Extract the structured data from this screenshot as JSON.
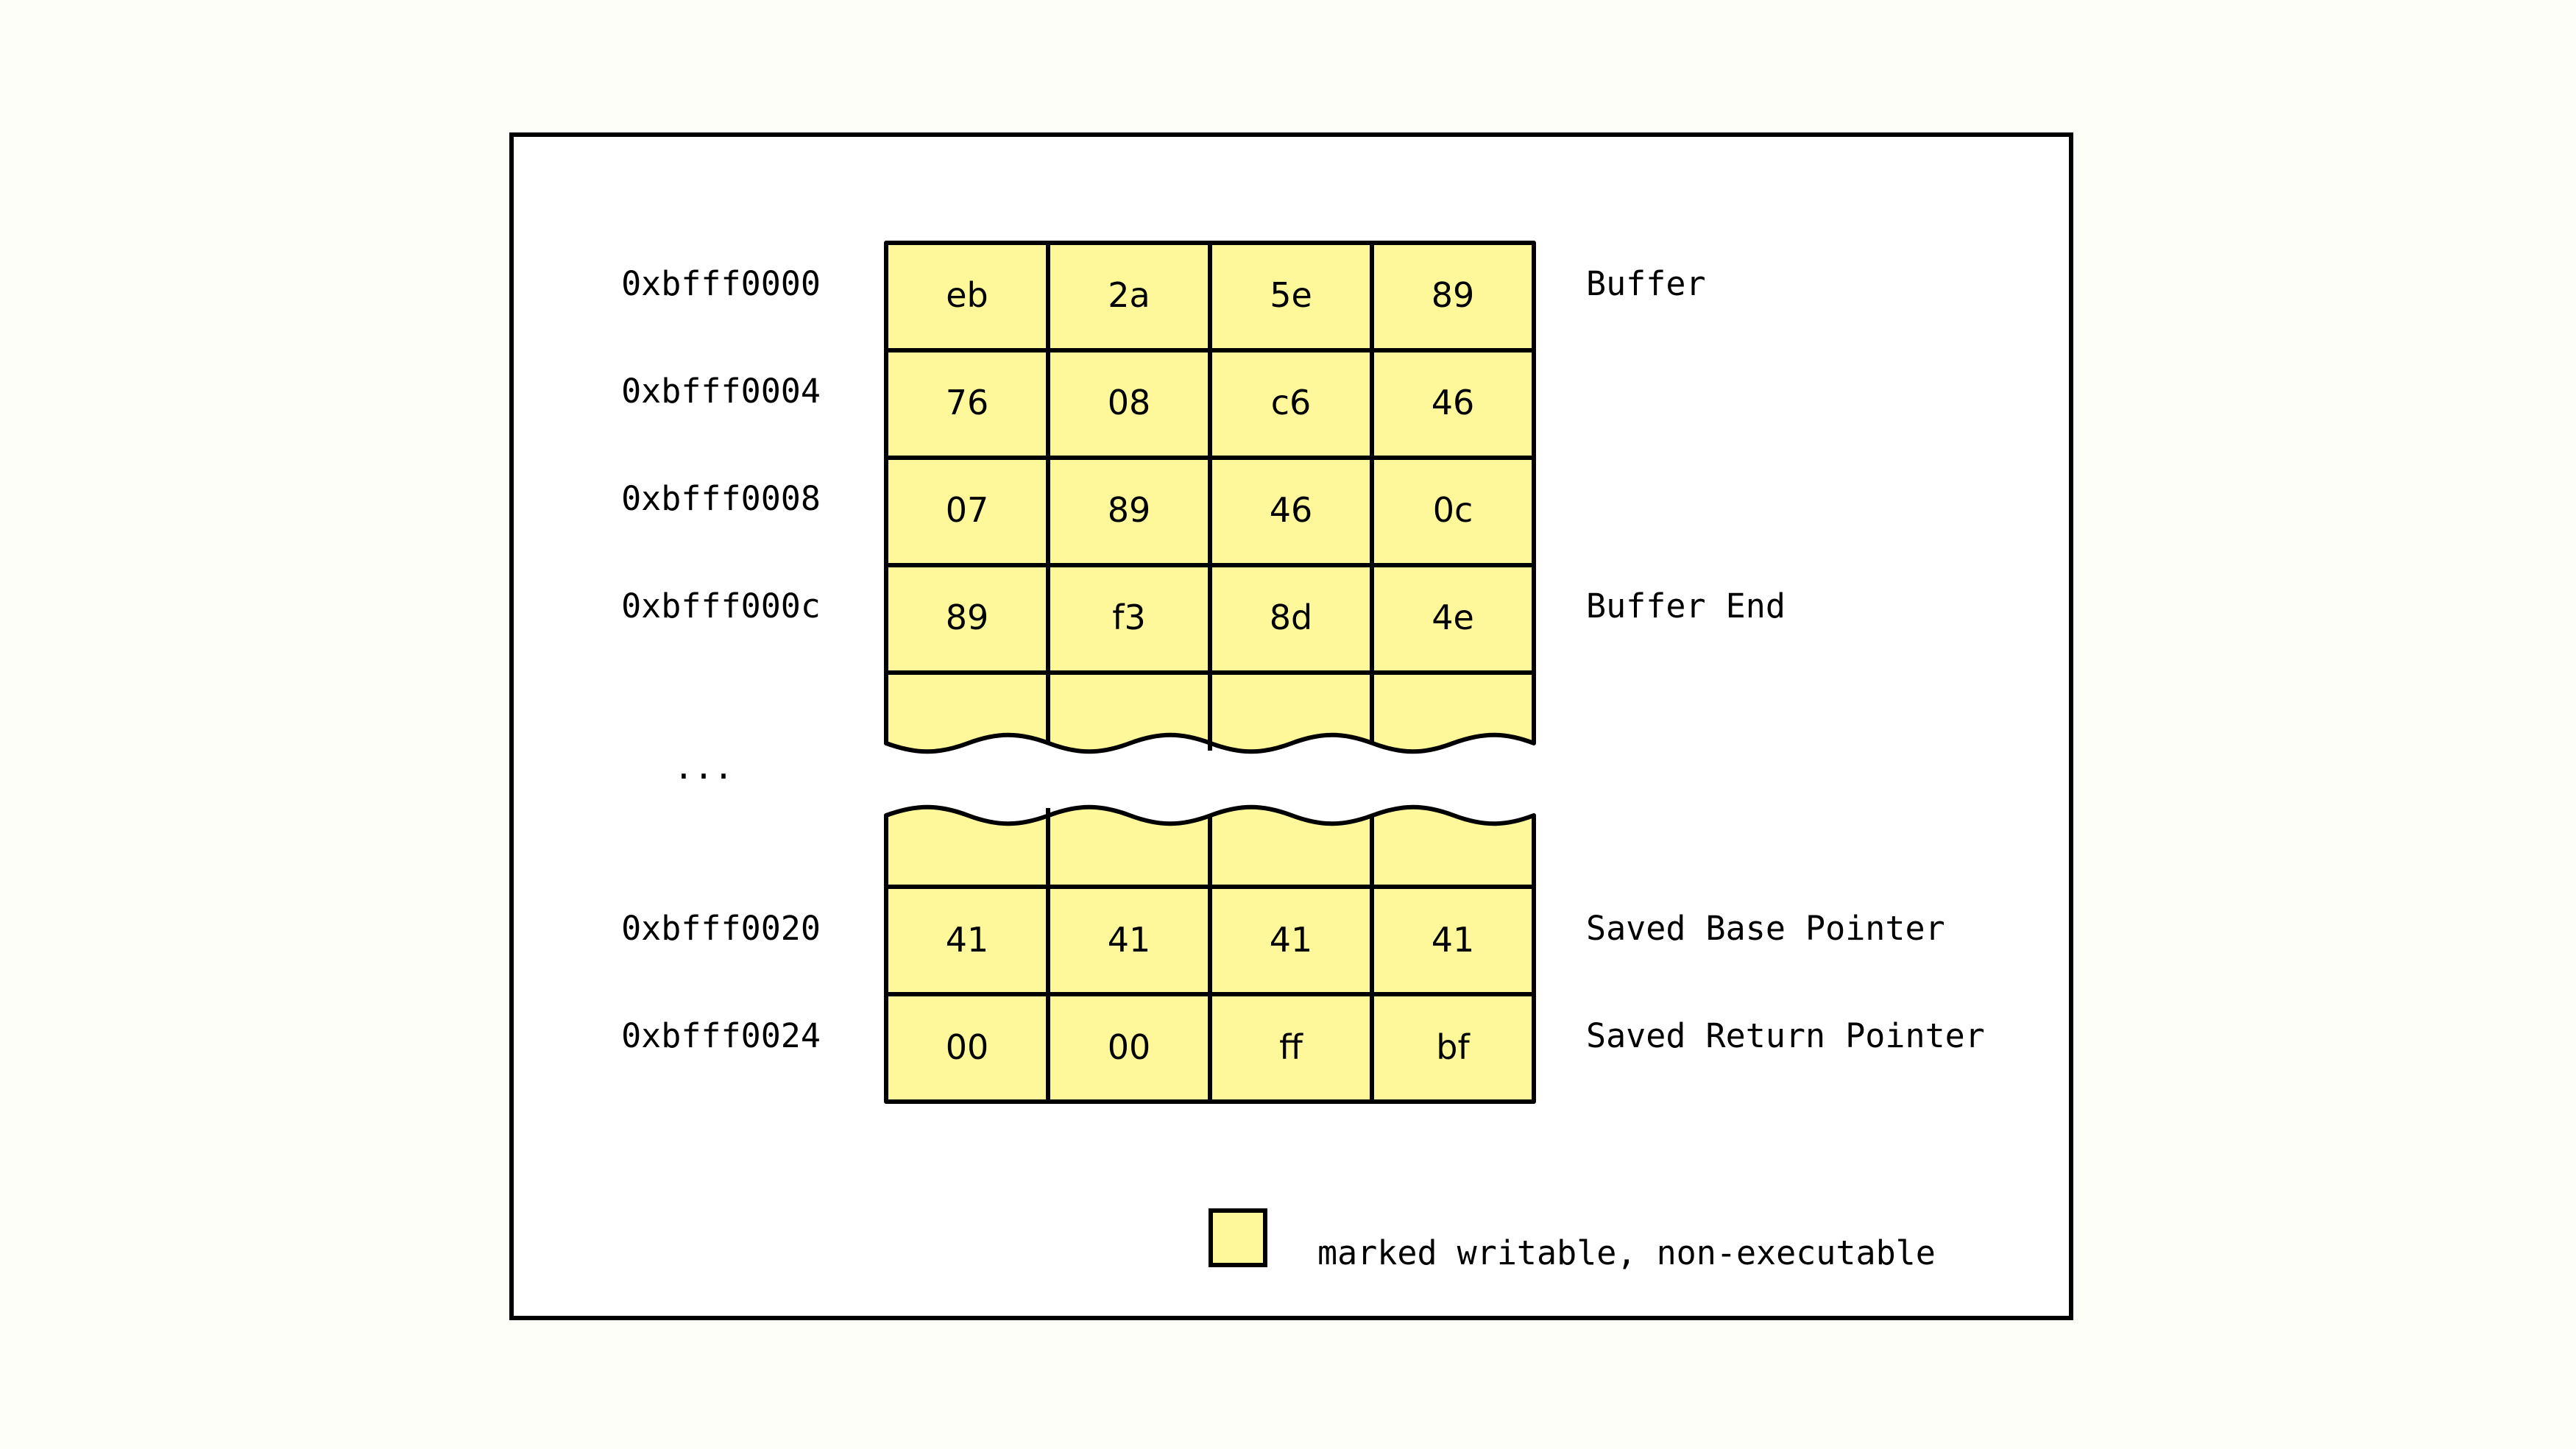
{
  "colors": {
    "cell_fill": "#fff89a",
    "stroke": "#000000",
    "page_background": "#fefef9",
    "frame_background": "#ffffff"
  },
  "memory": {
    "top_block": [
      {
        "address": "0xbfff0000",
        "bytes": [
          "eb",
          "2a",
          "5e",
          "89"
        ],
        "note": "Buffer"
      },
      {
        "address": "0xbfff0004",
        "bytes": [
          "76",
          "08",
          "c6",
          "46"
        ],
        "note": ""
      },
      {
        "address": "0xbfff0008",
        "bytes": [
          "07",
          "89",
          "46",
          "0c"
        ],
        "note": ""
      },
      {
        "address": "0xbfff000c",
        "bytes": [
          "89",
          "f3",
          "8d",
          "4e"
        ],
        "note": "Buffer End"
      }
    ],
    "ellipsis": "...",
    "bottom_block": [
      {
        "address": "0xbfff0020",
        "bytes": [
          "41",
          "41",
          "41",
          "41"
        ],
        "note": "Saved Base Pointer"
      },
      {
        "address": "0xbfff0024",
        "bytes": [
          "00",
          "00",
          "ff",
          "bf"
        ],
        "note": "Saved Return Pointer"
      }
    ]
  },
  "legend": {
    "label": "marked writable, non-executable"
  }
}
